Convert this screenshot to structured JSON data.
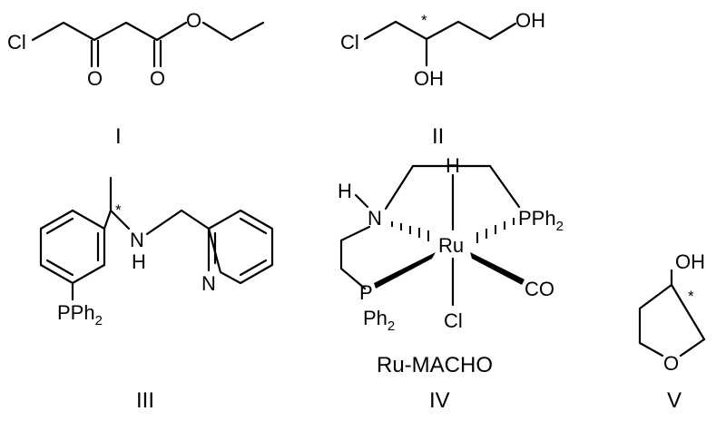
{
  "compounds": {
    "c1": {
      "label": "I",
      "cl": "Cl",
      "o_ketone": "O",
      "o_ester_carbonyl": "O",
      "o_ester": "O"
    },
    "c2": {
      "label": "II",
      "cl": "Cl",
      "oh1": "OH",
      "oh2": "OH",
      "stereo": "*"
    },
    "c3": {
      "label": "III",
      "n_amine": "N",
      "h_amine": "H",
      "n_pyridine": "N",
      "phosphine": "PPh",
      "phosphine_sub": "2",
      "stereo": "*"
    },
    "c4": {
      "label": "IV",
      "name": "Ru-MACHO",
      "metal": "Ru",
      "h_metal": "H",
      "h_amine": "H",
      "n_amine": "N",
      "phosphine1": "PPh",
      "phosphine1_sub": "2",
      "p2": "P",
      "p2_subst": "Ph",
      "p2_subst_sub": "2",
      "co": "CO",
      "cl": "Cl"
    },
    "c5": {
      "label": "V",
      "oh": "OH",
      "o_ring": "O",
      "stereo": "*"
    }
  }
}
